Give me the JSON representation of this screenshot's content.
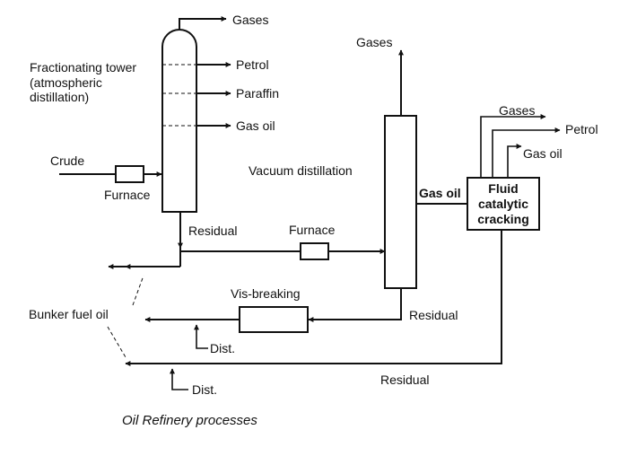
{
  "labels": {
    "tower_gases": "Gases",
    "tower_title": "Fractionating tower",
    "tower_subtitle_1": "(atmospheric",
    "tower_subtitle_2": "distillation)",
    "petrol": "Petrol",
    "paraffin": "Paraffin",
    "gas_oil": "Gas oil",
    "crude": "Crude",
    "furnace_1": "Furnace",
    "residual_1": "Residual",
    "furnace_2": "Furnace",
    "vacuum_gases": "Gases",
    "vacuum_distillation": "Vacuum distillation",
    "gas_oil_to_fcc": "Gas oil",
    "fcc_line1": "Fluid",
    "fcc_line2": "catalytic",
    "fcc_line3": "cracking",
    "fcc_gases": "Gases",
    "fcc_petrol": "Petrol",
    "fcc_gas_oil": "Gas oil",
    "vis_breaking": "Vis-breaking",
    "residual_2": "Residual",
    "bunker_fuel_oil": "Bunker fuel oil",
    "dist_1": "Dist.",
    "residual_3": "Residual",
    "dist_2": "Dist.",
    "caption": "Oil Refinery processes"
  }
}
